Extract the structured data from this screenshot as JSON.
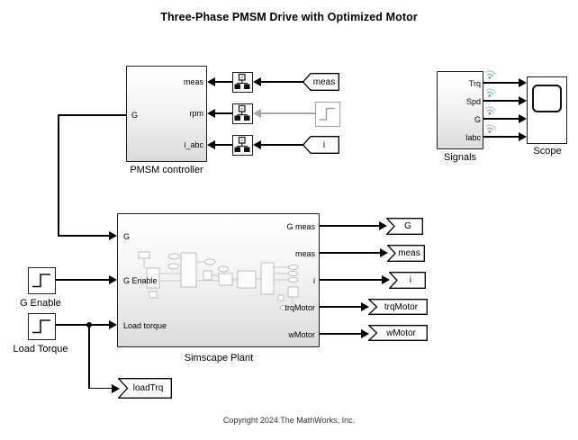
{
  "title": "Three-Phase PMSM Drive with Optimized Motor",
  "copyright": "Copyright 2024 The MathWorks, Inc.",
  "blocks": {
    "pmsm_controller": {
      "name": "PMSM controller",
      "port_g": "G",
      "port_meas": "meas",
      "port_rpm": "rpm",
      "port_iabc": "i_abc"
    },
    "simscape_plant": {
      "name": "Simscape Plant",
      "in_g": "G",
      "in_g_enable": "G Enable",
      "in_load_torque": "Load torque",
      "out_g_meas": "G meas",
      "out_meas": "meas",
      "out_i": "i",
      "out_trqmotor": "trqMotor",
      "out_wmotor": "wMotor"
    },
    "signals": {
      "name": "Signals",
      "port_trq": "Trq",
      "port_spd": "Spd",
      "port_g": "G",
      "port_iabc": "Iabc"
    },
    "scope": {
      "name": "Scope"
    },
    "g_enable_step": {
      "name": "G Enable"
    },
    "load_torque_step": {
      "name": "Load Torque"
    }
  },
  "tags": {
    "from_meas": "meas",
    "from_i": "i",
    "goto_g": "G",
    "goto_meas": "meas",
    "goto_i": "i",
    "goto_trqmotor": "trqMotor",
    "goto_wmotor": "wMotor",
    "goto_loadtrq": "loadTrq"
  },
  "colors": {
    "wire": "#000000",
    "inactive_wire": "#a8a8a8",
    "block_border": "#202020",
    "logging_badge": "#8fb3d6"
  }
}
